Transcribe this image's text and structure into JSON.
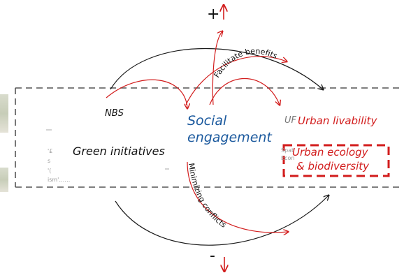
{
  "left": {
    "nbs": "NBS",
    "green": "Green initiatives",
    "faint": [
      "'£",
      "s",
      "'(",
      "ism'……"
    ]
  },
  "center": {
    "line1": "Social",
    "line2": "engagement"
  },
  "right": {
    "uf": "UF",
    "livability": "Urban livability",
    "ecology_line1": "Urban ecology",
    "ecology_line2": "& biodiversity",
    "faint_top": "Spat",
    "faint_bottom": "Econ"
  },
  "arrows": {
    "top_label": "Facilitate benefits",
    "bottom_label": "Minimizing conflicts",
    "plus": "+",
    "minus": "-"
  },
  "colors": {
    "red": "#d21c1c",
    "blue": "#1c5a9e",
    "dark": "#1a1a1a",
    "dash": "#555555"
  }
}
